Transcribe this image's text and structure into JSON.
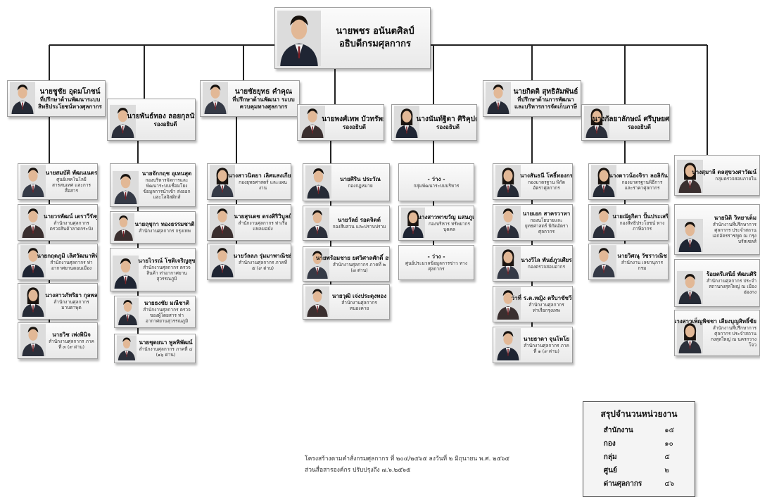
{
  "director": {
    "name": "นายพชร อนันตศิลป์",
    "position": "อธิบดีกรมศุลกากร"
  },
  "leaders": [
    {
      "name": "นายชูชัย อุดมโภชน์",
      "position": "ที่ปรึกษาด้านพัฒนาระบบ สิทธิประโยชน์ทางศุลกากร"
    },
    {
      "name": "นายพันธ์ทอง ลอยกุลนันท์",
      "position": "รองอธิบดี"
    },
    {
      "name": "นายชัยยุทธ คำคุณ",
      "position": "ที่ปรึกษาด้านพัฒนา ระบบควบคุมทางศุลกากร"
    },
    {
      "name": "นายพงศ์เทพ บัวทรัพย์",
      "position": "รองอธิบดี"
    },
    {
      "name": "นางนันท์ฐิดา ศิริคุปต์",
      "position": "รองอธิบดี"
    },
    {
      "name": "นายกิตติ สุทธิสัมพันธ์",
      "position": "ที่ปรึกษาด้านการพัฒนา และบริหารการจัดเก็บภาษี"
    },
    {
      "name": "นางกัลยาลักษณ์ ศรีบุษยศาสตร์",
      "position": "รองอธิบดี"
    }
  ],
  "columns": [
    [
      {
        "name": "นายสมบัติ พัฒนเนตร",
        "position": "ศูนย์เทคโนโลยีสารสนเทศ และการสื่อสาร"
      },
      {
        "name": "นายวรพัฒน์ เตราวีรัสฐ",
        "position": "สำนักงานศุลกากร ตรวจสินค้าลาดกระบัง"
      },
      {
        "name": "นายกฤตภูมิ เลิศวัฒนาพิทักษ์",
        "position": "สำนักงานศุลกากร ท่าอากาศยานดอนเมือง"
      },
      {
        "name": "นางสาวภัทริยา กุลพล",
        "position": "สำนักงานศุลกากร มาบตาพุด"
      },
      {
        "name": "นายวิช เพ่งพินิจ",
        "position": "สำนักงานศุลกากร ภาคที่ ๓ (๙ ด่าน)"
      }
    ],
    [
      {
        "name": "นายจักกฤช อุเทนสุต",
        "position": "กองบริหารจัดการและพัฒนาระบบเชื่อมโยงข้อมูลการนำเข้า ส่งออก และโลจิสติกส์"
      },
      {
        "name": "นายฤชุกา ทองธรรมชาติ",
        "position": "สำนักงานศุลกากร กรุงเทพ"
      },
      {
        "name": "นายไวรณ์ โชติเจริญสุข",
        "position": "สำนักงานศุลกากร ตรวจสินค้า ท่าอากาศยานสุวรรณภูมิ"
      },
      {
        "name": "นายธงชัย มณีชาติ",
        "position": "สำนักงานศุลกากร ตรวจของผู้โดยสาร ท่าอากาศยานสุวรรณภูมิ"
      },
      {
        "name": "นายชุตยนา พูลพิพัฒน์",
        "position": "สำนักงานศุลกากร ภาคที่ ๔ (๑๖ ด่าน)"
      }
    ],
    [
      {
        "name": "นางสาวนิตยา เลิศแสงเกียรติ",
        "position": "กองยุทธศาสตร์ และแผนงาน"
      },
      {
        "name": "นายสุรเดช ตรงศิริวิบูลย์",
        "position": "สำนักงานศุลกากร ท่าเรือแหลมฉบัง"
      },
      {
        "name": "นายวัลลภ รุ่มมาพาณิชย์",
        "position": "สำนักงานศุลกากร ภาคที่ ๕ (๙ ด่าน)"
      }
    ],
    [
      {
        "name": "นายศิริน ประวัณ",
        "position": "กองกฎหมาย"
      },
      {
        "name": "นายวัลย์ รอดจิตต์",
        "position": "กองสืบสวน และปราบปราม"
      },
      {
        "name": "นายพร้อมชาย ยศวิศาลศักดิ์ อนุชยา",
        "position": "สำนักงานศุลกากร ภาคที่ ๒ (๗ ด่าน)"
      },
      {
        "name": "นายวุฒิ เจ่งประดุงทอง",
        "position": "สำนักงานศุลกากร หนองคาย"
      }
    ],
    [
      {
        "name": "- ว่าง -",
        "position": "กลุ่มพัฒนาระบบบริหาร"
      },
      {
        "name": "นางสาวพาขวัญ แสนภูเภา",
        "position": "กองบริหาร ทรัพยากรบุคคล"
      },
      {
        "name": "- ว่าง -",
        "position": "ศูนย์ประมวลข้อมูลการข่าว ทางศุลกากร"
      }
    ],
    [
      {
        "name": "นางสันธนี โพธิ์ทองกร",
        "position": "กองมาตรฐาน พิกัดอัตราศุลกากร"
      },
      {
        "name": "นายเอก สาครวาหา",
        "position": "กองนโยบายและยุทธศาสตร์ พิกัดอัตราศุลกากร"
      },
      {
        "name": "นางวิไล พันธ์ภูวเศียร",
        "position": "กองตรวจสอบอากร"
      },
      {
        "name": "ว่าที่ ร.ต.หญิง ตรีบาชัชวีรพร",
        "position": "สำนักงานศุลกากร ท่าเรือกรุงเทพ"
      },
      {
        "name": "นายธาดา จุนโหโย",
        "position": "สำนักงานศุลกากร ภาคที่ ๑ (๙ ด่าน)"
      }
    ],
    [
      {
        "name": "นางดาวน้องจิรา ลอลิกันทน์",
        "position": "กองมาตรฐานพิธีการ และราคาศุลกากร"
      },
      {
        "name": "นายณัฐกิตา ปั้นประเสริฐ",
        "position": "กองสิทธิประโยชน์ ทางภาษีอากร"
      },
      {
        "name": "นายวิศณุ วัชราวณิช",
        "position": "สำนักงาน เลขานุการกรม"
      }
    ]
  ],
  "right_column": [
    {
      "name": "นางสุมาลี ตลสุขวงศาวัฒน์",
      "position": "กลุ่มตรวจสอบภายใน"
    },
    {
      "name": "นายนิติ วิทยาเต็ม",
      "position": "สำนักงานที่ปรึกษาการศุลกากร ประจำสถานเอกอัครราชทูต ณ กรุงบรัสเซลส์"
    },
    {
      "name": "ร้อยตรีเสนีย์ พัฒนศิริ",
      "position": "สำนักงานศุลกากร ประจำสถานกงสุลใหญ่ ณ เมืองฮ่องกง"
    },
    {
      "name": "นางสาวเพ็ญพิชชา เสียงบุญสิทธิ์ชัย",
      "position": "สำนักงานที่ปรึกษาการศุลกากร ประจำสถานกงสุลใหญ่ ณ นครกวางโจว"
    }
  ],
  "footnote": {
    "line1": "โครงสร้างตามคำสั่งกรมศุลกากร ที่ ๒๐๔/๒๕๖๕  ลงวันที่ ๒ มิถุนายน พ.ศ. ๒๕๖๕",
    "line2": "ส่วนสื่อสารองค์กร ปรับปรุงถึง  ๗.๖.๒๕๖๕"
  },
  "summary": {
    "title": "สรุปจำนวนหน่วยงาน",
    "rows": [
      {
        "label": "สำนักงาน",
        "value": "๑๕"
      },
      {
        "label": "กอง",
        "value": "๑๐"
      },
      {
        "label": "กลุ่ม",
        "value": "๕"
      },
      {
        "label": "ศูนย์",
        "value": "๒"
      },
      {
        "label": "ด่านศุลกากร",
        "value": "๔๖"
      }
    ]
  }
}
